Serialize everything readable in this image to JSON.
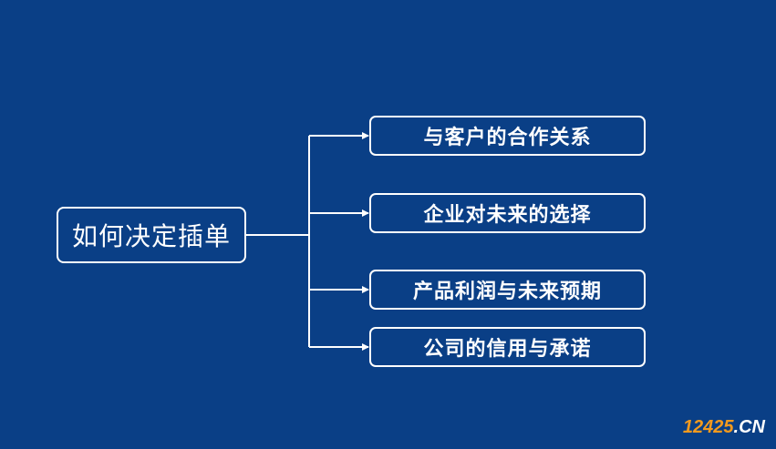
{
  "diagram": {
    "root": {
      "label": "如何决定插单"
    },
    "branches": [
      {
        "label": "与客户的合作关系"
      },
      {
        "label": "企业对未来的选择"
      },
      {
        "label": "产品利润与未来预期"
      },
      {
        "label": "公司的信用与承诺"
      }
    ]
  },
  "watermark": {
    "number": "12425",
    "dot": ".",
    "suffix": "CN"
  },
  "colors": {
    "background": "#0a3f86",
    "line": "#ffffff",
    "watermark_accent": "#f39a1e"
  }
}
